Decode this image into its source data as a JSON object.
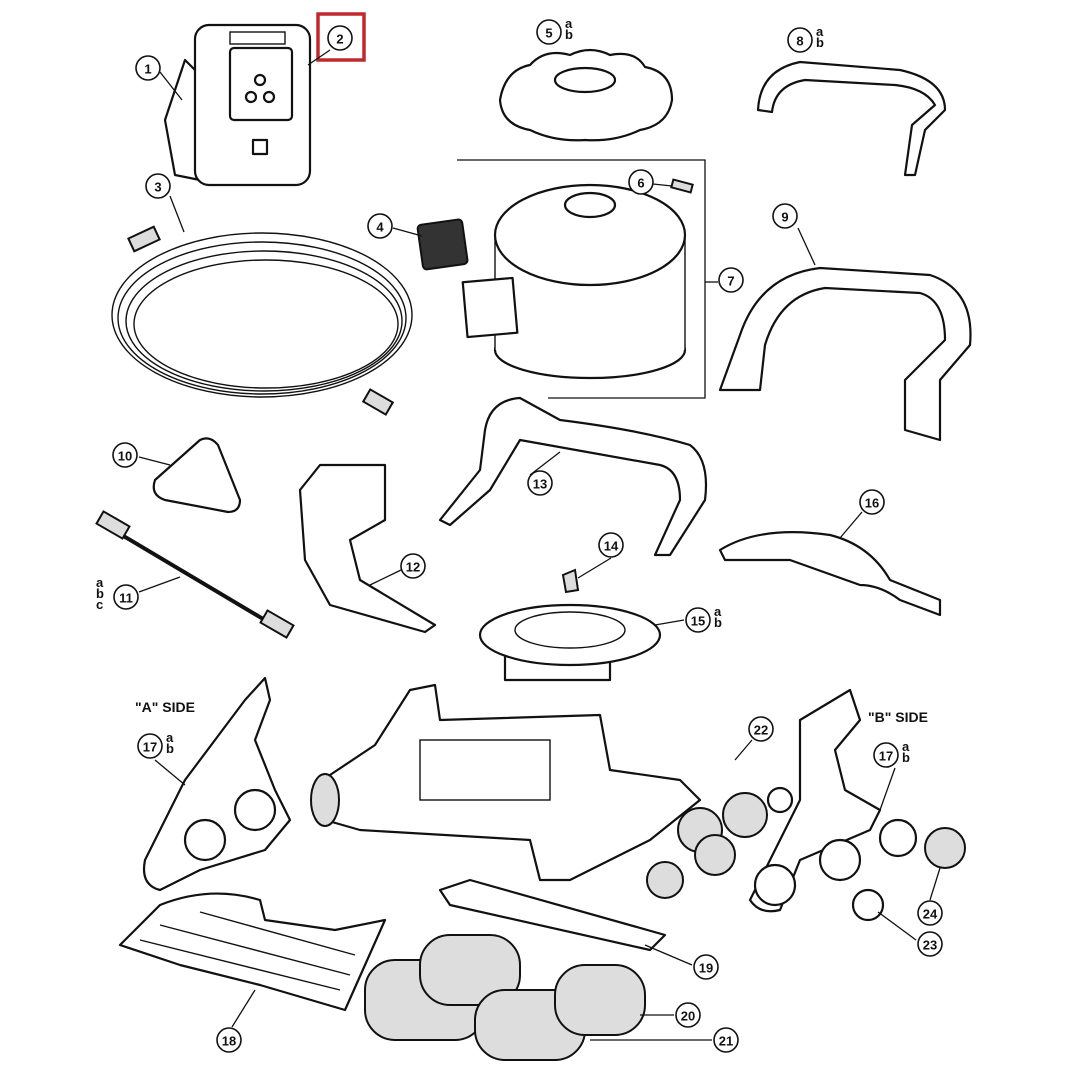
{
  "title": "Robotic pool cleaner exploded parts diagram",
  "highlight_color": "#c0282e",
  "highlighted_callout": "2",
  "side_labels": {
    "a": "\"A\" SIDE",
    "b": "\"B\" SIDE"
  },
  "callouts": [
    {
      "number": "1"
    },
    {
      "number": "2"
    },
    {
      "number": "3"
    },
    {
      "number": "4"
    },
    {
      "number": "5",
      "variants": [
        "a",
        "b"
      ]
    },
    {
      "number": "6"
    },
    {
      "number": "7"
    },
    {
      "number": "8",
      "variants": [
        "a",
        "b"
      ]
    },
    {
      "number": "9"
    },
    {
      "number": "10"
    },
    {
      "number": "11",
      "variants": [
        "a",
        "b",
        "c"
      ]
    },
    {
      "number": "12"
    },
    {
      "number": "13"
    },
    {
      "number": "14"
    },
    {
      "number": "15",
      "variants": [
        "a",
        "b"
      ]
    },
    {
      "number": "16"
    },
    {
      "number": "17",
      "variants": [
        "a",
        "b"
      ]
    },
    {
      "number": "17",
      "variants": [
        "a",
        "b"
      ]
    },
    {
      "number": "18"
    },
    {
      "number": "19"
    },
    {
      "number": "20"
    },
    {
      "number": "21"
    },
    {
      "number": "22"
    },
    {
      "number": "23"
    },
    {
      "number": "24"
    }
  ]
}
